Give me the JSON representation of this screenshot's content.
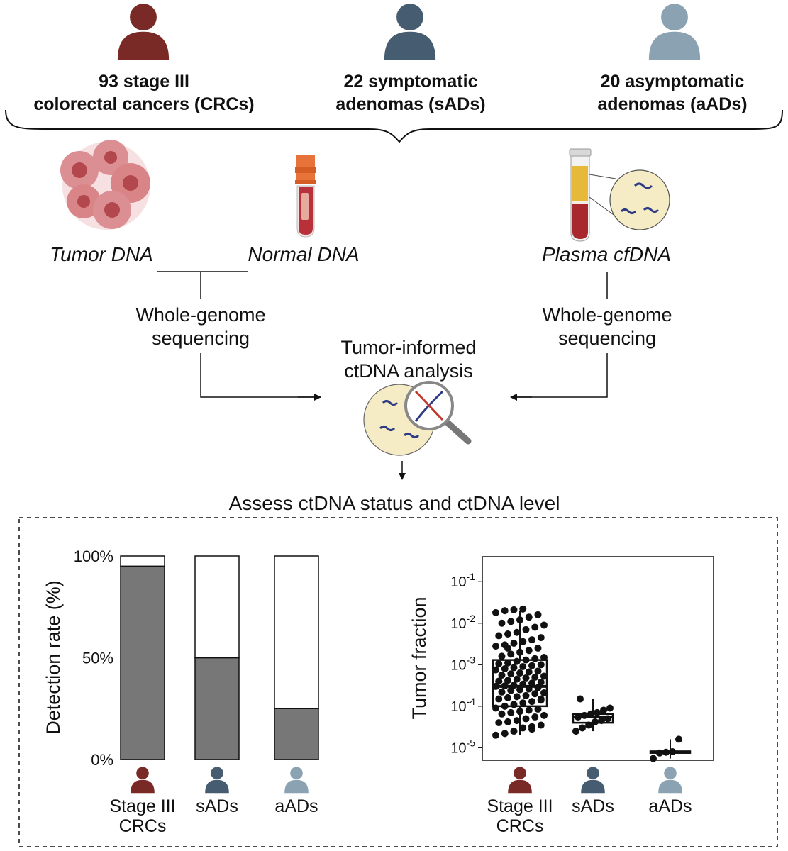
{
  "groups": [
    {
      "line1": "93 stage III",
      "line2": "colorectal cancers (CRCs)",
      "color": "#7a2a26"
    },
    {
      "line1": "22 symptomatic",
      "line2": "adenomas (sADs)",
      "color": "#465c70"
    },
    {
      "line1": "20 asymptomatic",
      "line2": "adenomas (aADs)",
      "color": "#8ba2b2"
    }
  ],
  "samples": {
    "tumor": "Tumor DNA",
    "normal": "Normal DNA",
    "plasma": "Plasma cfDNA"
  },
  "wgs": {
    "line1": "Whole-genome",
    "line2": "sequencing"
  },
  "analysis": {
    "line1": "Tumor-informed",
    "line2": "ctDNA analysis"
  },
  "assess": "Assess ctDNA status and ctDNA level",
  "icons": [
    "person-icon",
    "tumor-cells-icon",
    "blood-tube-icon",
    "plasma-tube-icon",
    "dna-icon",
    "magnifier-icon"
  ],
  "colors": {
    "crc": "#7a2a26",
    "sad": "#465c70",
    "aad": "#8ba2b2",
    "bar_fill": "#777777",
    "plasma": "#f5ebc4",
    "tube_red": "#a8282e"
  },
  "chart_data": [
    {
      "type": "bar",
      "stacked": true,
      "ylabel": "Detection rate (%)",
      "yticks": [
        "0%",
        "50%",
        "100%"
      ],
      "ylim": [
        0,
        100
      ],
      "categories": [
        [
          "Stage III",
          "CRCs"
        ],
        [
          "sADs"
        ],
        [
          "aADs"
        ]
      ],
      "series": [
        {
          "values": [
            95,
            50,
            25
          ]
        },
        {
          "values": [
            5,
            50,
            75
          ]
        }
      ]
    },
    {
      "type": "scatter",
      "subtype": "box-with-points",
      "ylabel": "Tumor fraction",
      "yscale": "log",
      "ylim": [
        5e-06,
        0.4
      ],
      "ytick_values": [
        1e-05,
        0.0001,
        0.001,
        0.01,
        0.1
      ],
      "ytick_labels": [
        "10-5",
        "10-4",
        "10-3",
        "10-2",
        "10-1"
      ],
      "categories": [
        [
          "Stage III",
          "CRCs"
        ],
        [
          "sADs"
        ],
        [
          "aADs"
        ]
      ],
      "boxes": [
        {
          "q1": 0.0001,
          "median": 0.0003,
          "q3": 0.0013,
          "whisker_low": 2e-05,
          "whisker_high": 0.02
        },
        {
          "q1": 4e-05,
          "median": 5.5e-05,
          "q3": 6.5e-05,
          "whisker_low": 2.5e-05,
          "whisker_high": 0.00015
        },
        {
          "q1": 7.5e-06,
          "median": 7.8e-06,
          "q3": 8.2e-06,
          "whisker_low": 5.5e-06,
          "whisker_high": 1.6e-05
        }
      ],
      "points": [
        [
          2e-05,
          2.2e-05,
          2.5e-05,
          3e-05,
          3.2e-05,
          3.5e-05,
          4e-05,
          4.2e-05,
          4.5e-05,
          5e-05,
          5.5e-05,
          6e-05,
          6.5e-05,
          7e-05,
          7.5e-05,
          8e-05,
          8.5e-05,
          9e-05,
          0.0001,
          0.00011,
          0.00012,
          0.00013,
          0.00014,
          0.00015,
          0.00016,
          0.00017,
          0.00018,
          0.0002,
          0.00021,
          0.00022,
          0.00024,
          0.00025,
          0.00026,
          0.00028,
          0.0003,
          0.00031,
          0.00032,
          0.00034,
          0.00036,
          0.00038,
          0.0004,
          0.00042,
          0.00045,
          0.00048,
          0.0005,
          0.00053,
          0.00056,
          0.0006,
          0.00063,
          0.00067,
          0.0007,
          0.00075,
          0.0008,
          0.00085,
          0.0009,
          0.00095,
          0.001,
          0.00105,
          0.0011,
          0.0012,
          0.0013,
          0.0014,
          0.0015,
          0.0016,
          0.0018,
          0.002,
          0.0022,
          0.0025,
          0.0028,
          0.003,
          0.0033,
          0.0036,
          0.004,
          0.0045,
          0.005,
          0.0055,
          0.006,
          0.007,
          0.008,
          0.009,
          0.01,
          0.011,
          0.012,
          0.014,
          0.016,
          0.018,
          0.02,
          0.021,
          0.022,
          2.8e-05,
          0.00015,
          0.0004,
          0.0025
        ],
        [
          2.5e-05,
          3e-05,
          3.5e-05,
          4.2e-05,
          4.5e-05,
          5e-05,
          5.5e-05,
          6e-05,
          6.5e-05,
          7e-05,
          8e-05,
          9e-05,
          0.00015
        ],
        [
          5.5e-06,
          7.5e-06,
          7.8e-06,
          8e-06,
          1.6e-05
        ]
      ]
    }
  ]
}
